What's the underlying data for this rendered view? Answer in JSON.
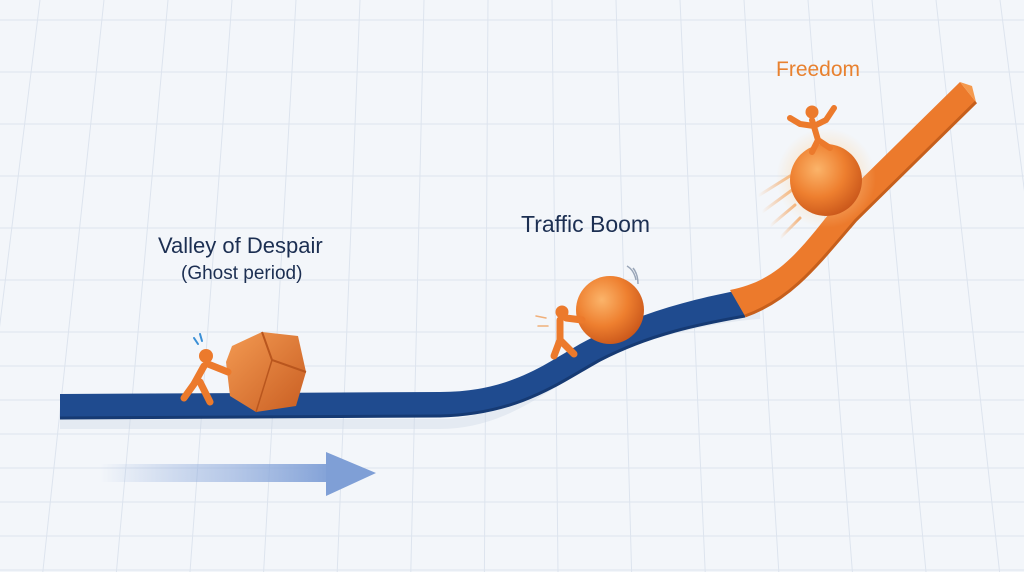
{
  "labels": {
    "valley": "Valley of Despair",
    "ghost": "(Ghost period)",
    "traffic": "Traffic Boom",
    "freedom": "Freedom"
  },
  "colors": {
    "background": "#f3f6fa",
    "grid": "#dde4ee",
    "track_blue": "#1f4b8f",
    "track_orange": "#ec7a2c",
    "text_dark": "#1c2f52",
    "text_orange": "#e8812f",
    "arrow_blue": "#7f9fd6"
  },
  "icons": {
    "person_pushing_rock": "person-pushing-rock-icon",
    "person_pushing_ball": "person-pushing-ball-icon",
    "person_riding_ball": "person-riding-ball-icon",
    "progress_arrow": "arrow-right-icon"
  }
}
